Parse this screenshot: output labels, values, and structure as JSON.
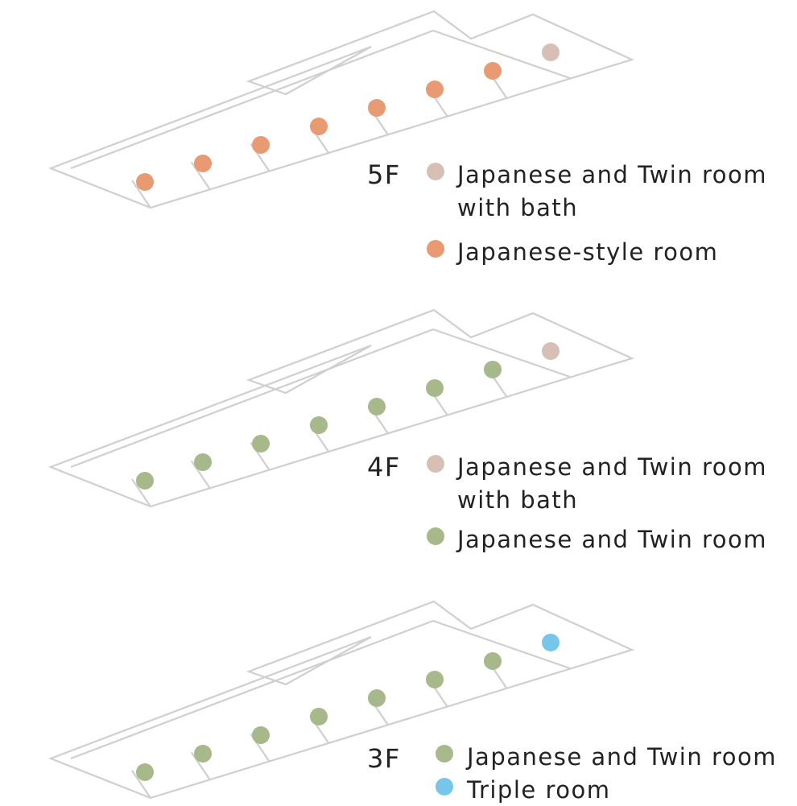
{
  "colors": {
    "outline": "#cfcfcf",
    "japanese_twin_bath": "#d8bfb6",
    "japanese_style": "#e89a73",
    "japanese_twin": "#a7b98b",
    "triple": "#76c6ea"
  },
  "floors": [
    {
      "id": "5f",
      "label": "5F",
      "rooms": [
        "japanese_style",
        "japanese_style",
        "japanese_style",
        "japanese_style",
        "japanese_style",
        "japanese_style",
        "japanese_style",
        "japanese_twin_bath"
      ],
      "legend": [
        {
          "color_key": "japanese_twin_bath",
          "lines": [
            "Japanese and Twin room",
            "with bath"
          ]
        },
        {
          "color_key": "japanese_style",
          "lines": [
            "Japanese-style room"
          ]
        }
      ]
    },
    {
      "id": "4f",
      "label": "4F",
      "rooms": [
        "japanese_twin",
        "japanese_twin",
        "japanese_twin",
        "japanese_twin",
        "japanese_twin",
        "japanese_twin",
        "japanese_twin",
        "japanese_twin_bath"
      ],
      "legend": [
        {
          "color_key": "japanese_twin_bath",
          "lines": [
            "Japanese and Twin room",
            "with bath"
          ]
        },
        {
          "color_key": "japanese_twin",
          "lines": [
            "Japanese and Twin room"
          ]
        }
      ]
    },
    {
      "id": "3f",
      "label": "3F",
      "rooms": [
        "japanese_twin",
        "japanese_twin",
        "japanese_twin",
        "japanese_twin",
        "japanese_twin",
        "japanese_twin",
        "japanese_twin",
        "triple"
      ],
      "legend": [
        {
          "color_key": "japanese_twin",
          "lines": [
            "Japanese and Twin room"
          ]
        },
        {
          "color_key": "triple",
          "lines": [
            "Triple room"
          ]
        }
      ]
    }
  ]
}
